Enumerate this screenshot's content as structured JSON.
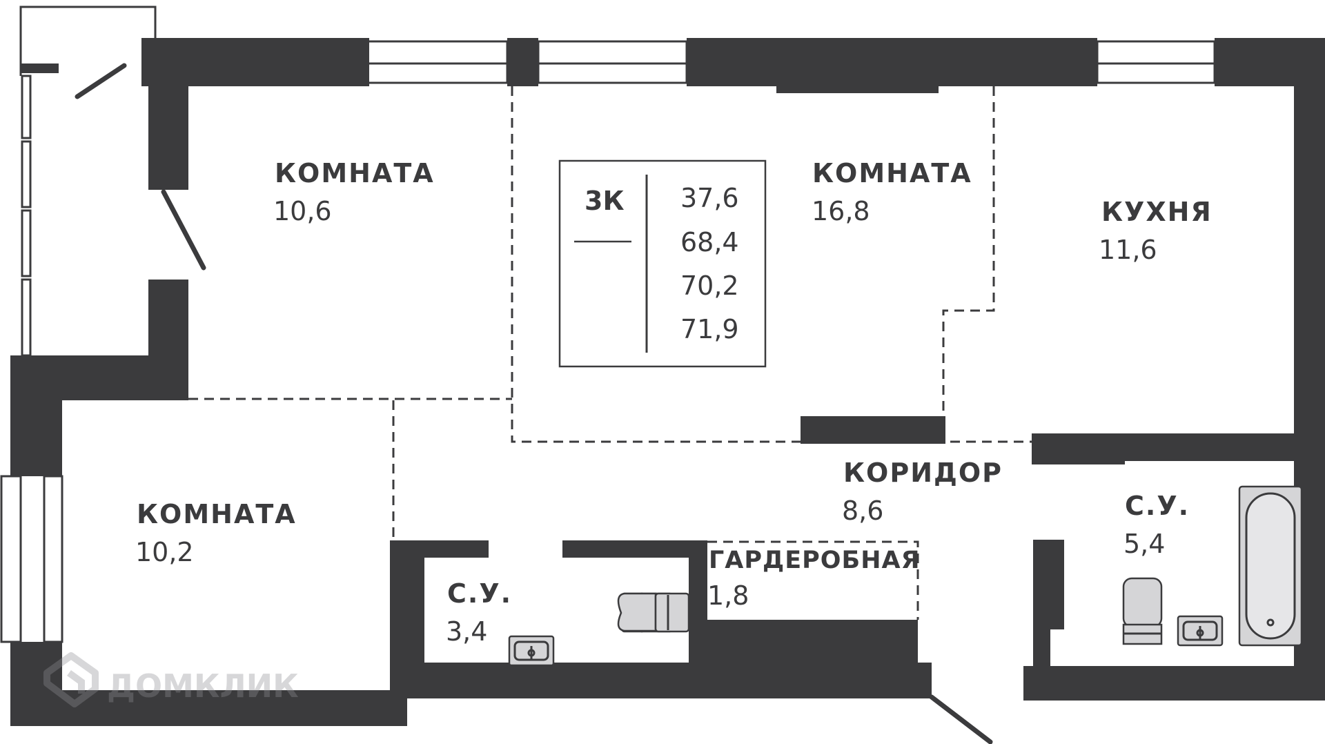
{
  "summary": {
    "rooms_code": "3К",
    "areas": [
      "37,6",
      "68,4",
      "70,2",
      "71,9"
    ]
  },
  "rooms": [
    {
      "id": "room-nw",
      "name": "КОМНАТА",
      "area": "10,6"
    },
    {
      "id": "room-center",
      "name": "КОМНАТА",
      "area": "16,8"
    },
    {
      "id": "kitchen",
      "name": "КУХНЯ",
      "area": "11,6"
    },
    {
      "id": "room-sw",
      "name": "КОМНАТА",
      "area": "10,2"
    },
    {
      "id": "corridor",
      "name": "КОРИДОР",
      "area": "8,6"
    },
    {
      "id": "wardrobe",
      "name": "ГАРДЕРОБНАЯ",
      "area": "1,8"
    },
    {
      "id": "bath-small",
      "name": "С.У.",
      "area": "3,4"
    },
    {
      "id": "bath-large",
      "name": "С.У.",
      "area": "5,4"
    }
  ],
  "watermark": {
    "text": "ДОМКЛИК"
  },
  "colors": {
    "wall": "#3b3b3d",
    "background": "#ffffff"
  }
}
